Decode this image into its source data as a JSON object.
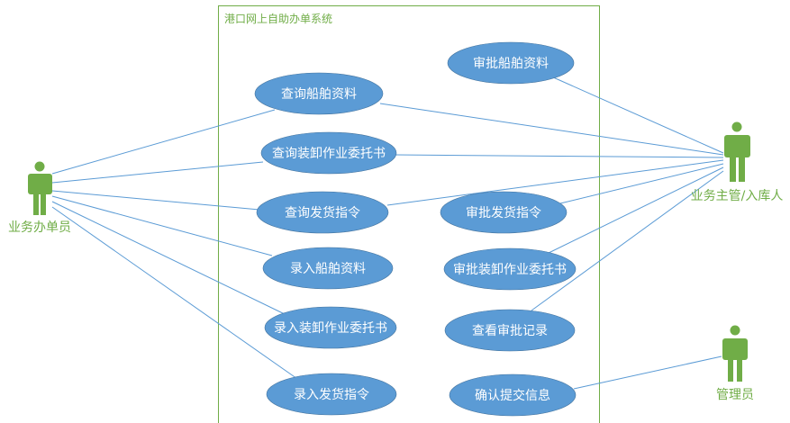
{
  "system": {
    "title": "港口网上自助办单系统"
  },
  "actors": {
    "clerk": "业务办单员",
    "supervisor": "业务主管/入库人",
    "admin": "管理员"
  },
  "use_cases": {
    "query_ship": "查询船舶资料",
    "query_loading": "查询装卸作业委托书",
    "query_shipping": "查询发货指令",
    "enter_ship": "录入船舶资料",
    "enter_loading": "录入装卸作业委托书",
    "enter_shipping": "录入发货指令",
    "approve_ship": "审批船舶资料",
    "approve_shipping": "审批发货指令",
    "approve_loading": "审批装卸作业委托书",
    "view_records": "查看审批记录",
    "confirm_submit": "确认提交信息"
  },
  "colors": {
    "use_case_fill": "#5b9bd5",
    "actor": "#70ad47",
    "line": "#5b9bd5",
    "system_border": "#70ad47"
  }
}
